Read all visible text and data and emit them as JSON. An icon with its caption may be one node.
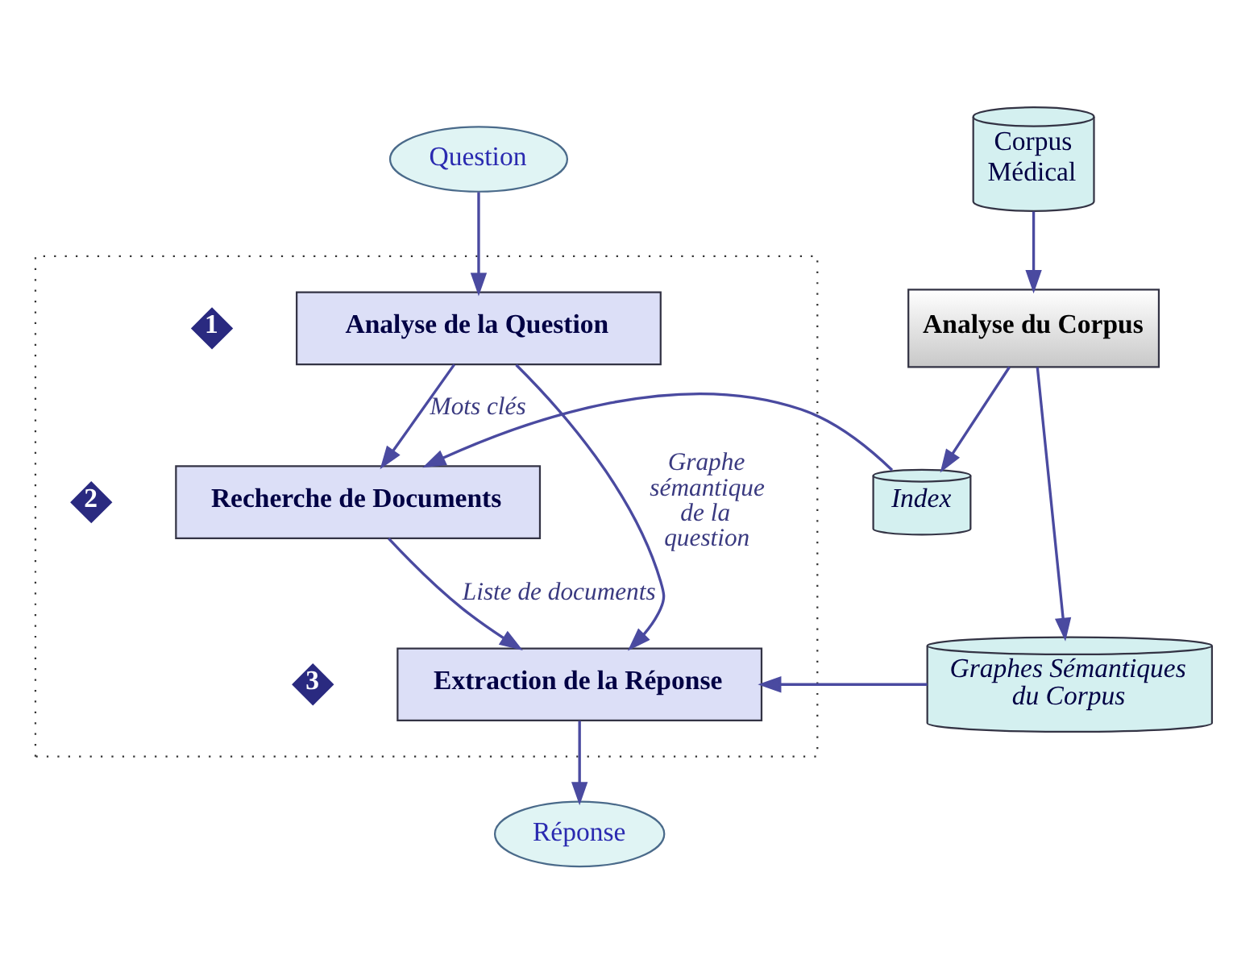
{
  "diagram": {
    "nodes": [
      {
        "text": [
          "Question"
        ]
      },
      {
        "text": [],
        "shape": "box"
      },
      {
        "text": [
          "1"
        ],
        "in": 1
      },
      {
        "text": [
          "Analyse de la Question"
        ],
        "in": 1
      },
      {
        "text": [
          "2"
        ],
        "in": 1
      },
      {
        "text": [
          "Recherche de Documents"
        ],
        "in": 1
      },
      {
        "text": [
          "3"
        ],
        "in": 1
      },
      {
        "text": [
          "Extraction de la Réponse"
        ],
        "in": 1
      },
      {
        "text": [
          "Réponse"
        ]
      },
      {
        "text": [
          "Corpus Médical"
        ]
      },
      {
        "text": [
          "Analyse du Corpus"
        ]
      },
      {
        "text": [
          "Index"
        ]
      },
      {
        "text": [
          "Graphes Sémantiques du Corpus"
        ]
      }
    ],
    "edges": [
      {
        "from": 0,
        "to": 3,
        "arrow": "to"
      },
      {
        "from": 3,
        "to": 5,
        "label": "Mots clés",
        "arrow": "to"
      },
      {
        "from": 3,
        "to": 7,
        "label": "Graphe sémantique de la question",
        "arrow": "to"
      },
      {
        "from": 5,
        "to": 7,
        "label": "Liste de documents",
        "arrow": "to"
      },
      {
        "from": 7,
        "to": 8,
        "arrow": "to"
      },
      {
        "from": 9,
        "to": 10,
        "arrow": "to"
      },
      {
        "from": 10,
        "to": 11,
        "arrow": "to"
      },
      {
        "from": 10,
        "to": 12,
        "arrow": "to"
      },
      {
        "from": 11,
        "to": 5,
        "arrow": "to"
      },
      {
        "from": 12,
        "to": 7,
        "arrow": "to"
      }
    ]
  }
}
